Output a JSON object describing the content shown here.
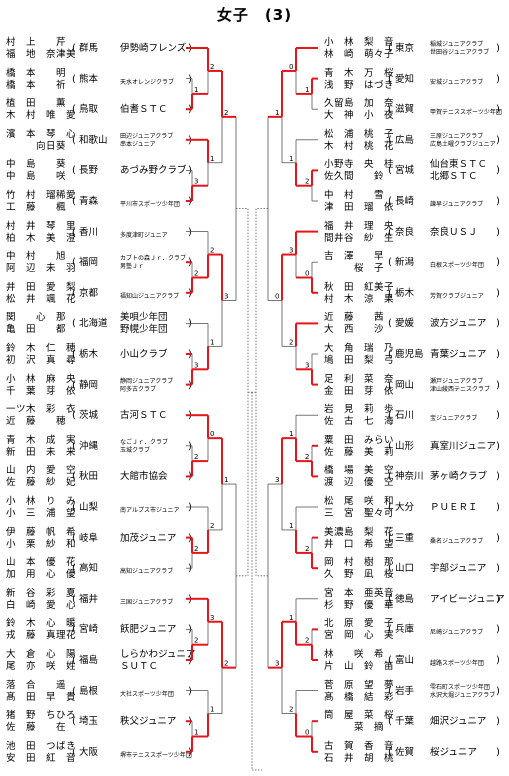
{
  "title": "女子　(3)",
  "left": [
    {
      "p1": "村　上　　芹",
      "p2": "福　地　奈津美",
      "pref": "群馬",
      "club": "伊勢崎フレンズ",
      "small": false,
      "win": true
    },
    {
      "p1": "橋　本　　明",
      "p2": "橋　本　　祈",
      "pref": "熊本",
      "club": "天水オレンジクラブ",
      "small": true,
      "win": false
    },
    {
      "p1": "植　田　　薫",
      "p2": "木　村　唯　愛",
      "pref": "鳥取",
      "club": "伯耆ＳＴＣ",
      "small": false,
      "win": true
    },
    {
      "p1": "濱　本　琴　心",
      "p2": "　　　向日葵",
      "pref": "和歌山",
      "club": "田辺ジュニアクラブ\n串本ジュニア",
      "small": true,
      "win": true
    },
    {
      "p1": "中　島　　葵",
      "p2": "中　島　　咲",
      "pref": "長野",
      "club": "あづみ野クラブ",
      "small": false,
      "win": false
    },
    {
      "p1": "竹　村　瑠稀愛",
      "p2": "工　藤　　楓",
      "pref": "青森",
      "club": "平川市スポーツ少年団",
      "small": true,
      "win": true
    },
    {
      "p1": "村　井　琴　里",
      "p2": "柏　木　美　澄",
      "pref": "香川",
      "club": "多度津町ジュニア",
      "small": true,
      "win": false
    },
    {
      "p1": "中　村　　旭",
      "p2": "阿　辺　未　羽",
      "pref": "福岡",
      "club": "カブトの森Ｊｒ．クラブ\n男塾Ｊｒ",
      "small": true,
      "win": true
    },
    {
      "p1": "井　田　愛　梨",
      "p2": "松　井　颯　花",
      "pref": "京都",
      "club": "福知山ジュニアクラブ",
      "small": true,
      "win": true
    },
    {
      "p1": "関　　心　那",
      "p2": "亀　田　　都",
      "pref": "北海道",
      "club": "美唄少年団\n野幌少年団",
      "small": false,
      "win": false
    },
    {
      "p1": "鈴　木　仁　穂",
      "p2": "初　沢　真　尋",
      "pref": "栃木",
      "club": "小山クラブ",
      "small": false,
      "win": true
    },
    {
      "p1": "小　林　麻　央",
      "p2": "千　葉　芽　依",
      "pref": "静岡",
      "club": "静岡ジュニアクラブ\n阿多古クラブ",
      "small": true,
      "win": true
    },
    {
      "p1": "一ツ木　彩　衣",
      "p2": "近　藤　　穂",
      "pref": "茨城",
      "club": "古河ＳＴＣ",
      "small": false,
      "win": true
    },
    {
      "p1": "青　木　成　実",
      "p2": "新　田　未　来",
      "pref": "沖縄",
      "club": "なごＪｒ．クラブ\n玉城クラブ",
      "small": true,
      "win": false
    },
    {
      "p1": "山　内　愛　空",
      "p2": "佐　藤　紗　妃",
      "pref": "秋田",
      "club": "大館市協会",
      "small": false,
      "win": true
    },
    {
      "p1": "小　林　り　み",
      "p2": "小　三　浦　望",
      "pref": "山梨",
      "club": "南アルプス市ジュニア",
      "small": true,
      "win": false
    },
    {
      "p1": "伊　藤　帆　希",
      "p2": "小　栗　紗　和",
      "pref": "岐阜",
      "club": "加茂ジュニア",
      "small": false,
      "win": true
    },
    {
      "p1": "山　本　優　花",
      "p2": "加　用　心　優",
      "pref": "高知",
      "club": "高知ジュニアクラブ",
      "small": true,
      "win": false
    },
    {
      "p1": "新　谷　彩　夏",
      "p2": "白　崎　愛　心",
      "pref": "福井",
      "club": "三国ジュニアクラブ",
      "small": true,
      "win": true
    },
    {
      "p1": "鈴　木　心　暖",
      "p2": "戎　藤　真理花",
      "pref": "宮崎",
      "club": "飫肥ジュニア",
      "small": false,
      "win": false
    },
    {
      "p1": "大　倉　心　陽",
      "p2": "尾　亦　咲　姓",
      "pref": "福島",
      "club": "しらかわジュニア\nＳＵＴＣ",
      "small": false,
      "win": true
    },
    {
      "p1": "落　合　　遥",
      "p2": "髙　田　早　貴",
      "pref": "島根",
      "club": "大社スポーツ少年団",
      "small": true,
      "win": false
    },
    {
      "p1": "猪　野　ちひろ",
      "p2": "佐　藤　　在",
      "pref": "埼玉",
      "club": "秩父ジュニア",
      "small": false,
      "win": true
    },
    {
      "p1": "池　田　つばき",
      "p2": "安　田　紅　音",
      "pref": "大阪",
      "club": "堺市テニススポーツ少年団",
      "small": true,
      "win": true
    }
  ],
  "right": [
    {
      "p1": "小　林　梨　音",
      "p2": "林　崎　萌々子",
      "pref": "東京",
      "club": "稲城ジュニアクラブ\n世田谷ジュニアクラブ",
      "small": true,
      "win": true
    },
    {
      "p1": "青　木　万　桜",
      "p2": "浅　野　はづき",
      "pref": "愛知",
      "club": "安城ジュニアクラブ",
      "small": true,
      "win": true
    },
    {
      "p1": "久留島　加　奈",
      "p2": "大　神　小　夜",
      "pref": "滋賀",
      "club": "甲賀テニススポーツ少年団",
      "small": true,
      "win": false
    },
    {
      "p1": "松　浦　桃　子",
      "p2": "木　村　桃　花",
      "pref": "広島",
      "club": "三原ジュニアクラブ\n広島土曜クラブジュニア",
      "small": true,
      "win": false
    },
    {
      "p1": "小野寺　央　桂",
      "p2": "佐久間　　鈴",
      "pref": "宮城",
      "club": "仙台東ＳＴＣ\n北郷ＳＴＣ",
      "small": false,
      "win": true
    },
    {
      "p1": "中　村　　雪",
      "p2": "津　田　瑠　依",
      "pref": "長崎",
      "club": "諫早ジュニアクラブ",
      "small": true,
      "win": false
    },
    {
      "p1": "福　井　理　央",
      "p2": "間井谷　紗　生",
      "pref": "奈良",
      "club": "奈良ＵＳＪ",
      "small": false,
      "win": true
    },
    {
      "p1": "吉　澤　　早",
      "p2": "　　　桜　子",
      "pref": "新潟",
      "club": "白根スポーツ少年団",
      "small": true,
      "win": false
    },
    {
      "p1": "秋　田　紅美子",
      "p2": "村　木　涼　果",
      "pref": "栃木",
      "club": "芳賀クラブジュニア",
      "small": true,
      "win": true
    },
    {
      "p1": "近　藤　　茜",
      "p2": "大　西　　沙",
      "pref": "愛媛",
      "club": "波方ジュニア",
      "small": false,
      "win": true
    },
    {
      "p1": "大　角　瑞　乃",
      "p2": "鳩　田　梨　弓",
      "pref": "鹿児島",
      "club": "青葉ジュニア",
      "small": false,
      "win": false
    },
    {
      "p1": "足　利　菜　奈",
      "p2": "金　田　芽　依",
      "pref": "岡山",
      "club": "瀬戸ジュニアクラブ\n津山綾西テニスクラブ",
      "small": true,
      "win": true
    },
    {
      "p1": "岩　見　莉　歩",
      "p2": "佐　古　七　海",
      "pref": "石川",
      "club": "宝ジュニアクラブ",
      "small": true,
      "win": false
    },
    {
      "p1": "粟　田　みらい",
      "p2": "佐　藤　美　莉",
      "pref": "山形",
      "club": "真室川ジュニア",
      "small": false,
      "win": true
    },
    {
      "p1": "橋　場　美　空",
      "p2": "渡　辺　優　空",
      "pref": "神奈川",
      "club": "茅ヶ崎クラブ",
      "small": false,
      "win": true
    },
    {
      "p1": "松　尾　咲　和",
      "p2": "三　宮　聖々可",
      "pref": "大分",
      "club": "ＰＵＥＲＩ",
      "small": false,
      "win": false
    },
    {
      "p1": "美濃島　梨　花",
      "p2": "井　口　希　望",
      "pref": "三重",
      "club": "桑名ジュニアクラブ",
      "small": true,
      "win": true
    },
    {
      "p1": "岡　村　樹　那",
      "p2": "久　野　凪　桜",
      "pref": "山口",
      "club": "宇部ジュニア",
      "small": false,
      "win": true
    },
    {
      "p1": "宮　本　亜英音",
      "p2": "杉　野　優　華",
      "pref": "徳島",
      "club": "アイビージュニア",
      "small": false,
      "win": false
    },
    {
      "p1": "北　原　愛　子",
      "p2": "宮　岡　心　実",
      "pref": "兵庫",
      "club": "尼崎ジュニアクラブ",
      "small": true,
      "win": true
    },
    {
      "p1": "林　　咲　希",
      "p2": "片　山　鈴　笛",
      "pref": "富山",
      "club": "越路スポーツ少年団",
      "small": true,
      "win": true
    },
    {
      "p1": "菅　原　望　夢",
      "p2": "髙　橋　結　彩",
      "pref": "岩手",
      "club": "雫石町スポーツ少年団\n水沢大堀ジュニアクラブ",
      "small": true,
      "win": false
    },
    {
      "p1": "筒　屋　菜　桜",
      "p2": "　　　菜　摘",
      "pref": "千葉",
      "club": "畑沢ジュニア",
      "small": false,
      "win": true
    },
    {
      "p1": "古　賀　香　音",
      "p2": "石　井　胡　桃",
      "pref": "佐賀",
      "club": "桜ジュニア",
      "small": false,
      "win": true
    }
  ],
  "scores": {
    "left": [
      "1",
      "2",
      "3",
      "1",
      "2",
      "2",
      "3",
      "1",
      "2",
      "0",
      "2",
      "2",
      "2",
      "3",
      "1"
    ],
    "right": [
      "1",
      "0",
      "2",
      "1",
      "0",
      "3",
      "3",
      "2",
      "2",
      "1",
      "2",
      "1",
      "2"
    ]
  }
}
